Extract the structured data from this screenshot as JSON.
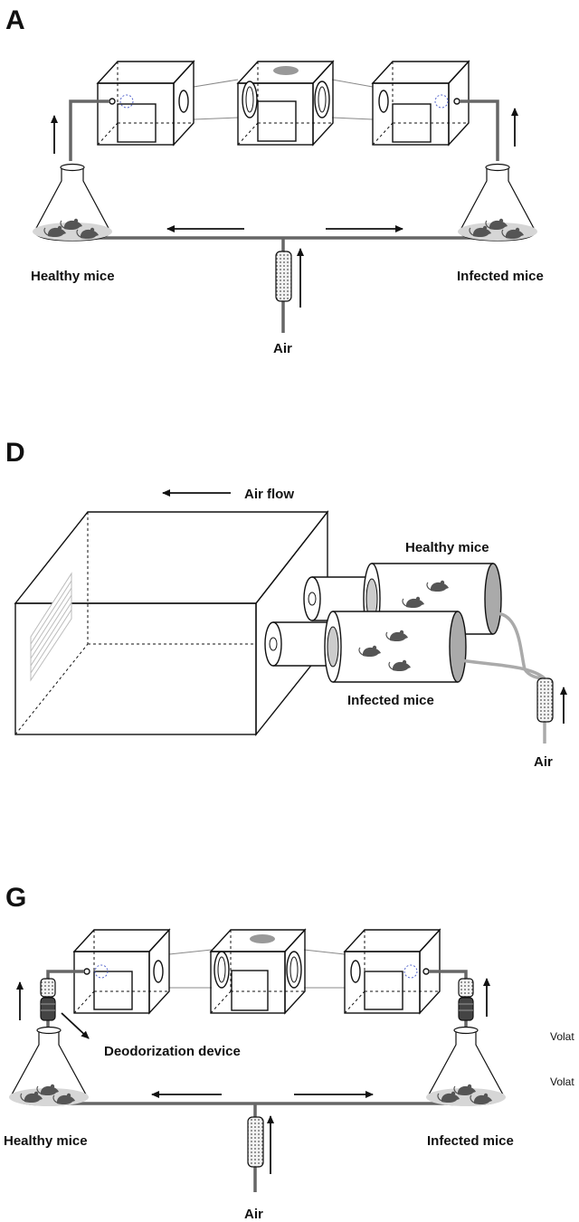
{
  "panels": [
    {
      "letter": "A",
      "labels": {
        "left": "Healthy mice",
        "right": "Infected mice",
        "bottom": "Air"
      }
    },
    {
      "letter": "D",
      "labels": {
        "flow": "Air flow",
        "upper": "Healthy mice",
        "lower": "Infected mice",
        "bottom": "Air"
      }
    },
    {
      "letter": "G",
      "labels": {
        "device": "Deodorization device",
        "left": "Healthy mice",
        "right": "Infected mice",
        "bottom": "Air"
      },
      "clipped": [
        "Volat",
        "Volat"
      ]
    }
  ],
  "colors": {
    "ink": "#111111",
    "tube": "#666666",
    "dish": "#d6d6d6",
    "mouse": "#555555",
    "vent": "#dddddd"
  },
  "icons": [
    "flask-icon",
    "mouse-icon",
    "filter-icon",
    "box-chamber-icon",
    "cylinder-cage-icon",
    "arrow-icon"
  ]
}
